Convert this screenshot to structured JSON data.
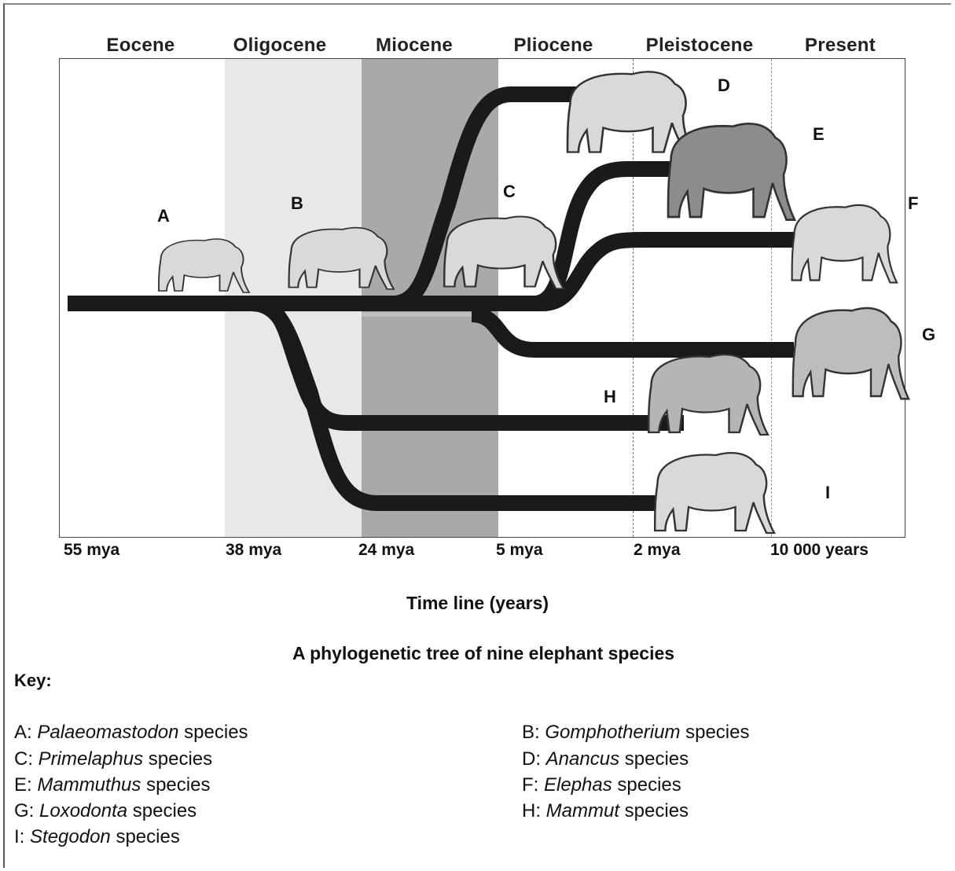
{
  "epochs": [
    "Eocene",
    "Oligocene",
    "Miocene",
    "Pliocene",
    "Pleistocene",
    "Present"
  ],
  "times": [
    "55 mya",
    "38 mya",
    "24 mya",
    "5 mya",
    "2 mya",
    "10 000 years"
  ],
  "labels": {
    "A": "A",
    "B": "B",
    "C": "C",
    "D": "D",
    "E": "E",
    "F": "F",
    "G": "G",
    "H": "H",
    "I": "I"
  },
  "axis_title": "Time line (years)",
  "caption": "A phylogenetic tree of nine elephant species",
  "key": {
    "title": "Key:",
    "items": [
      {
        "letter": "A:",
        "genus": "Palaeomastodon",
        "suffix": " species"
      },
      {
        "letter": "B:",
        "genus": "Gomphotherium",
        "suffix": " species"
      },
      {
        "letter": "C:",
        "genus": "Primelaphus",
        "suffix": " species"
      },
      {
        "letter": "D:",
        "genus": "Anancus",
        "suffix": " species"
      },
      {
        "letter": "E:",
        "genus": "Mammuthus",
        "suffix": " species"
      },
      {
        "letter": "F:",
        "genus": "Elephas",
        "suffix": " species"
      },
      {
        "letter": "G:",
        "genus": "Loxodonta",
        "suffix": " species"
      },
      {
        "letter": "H:",
        "genus": "Mammut",
        "suffix": " species"
      },
      {
        "letter": "I:",
        "genus": "Stegodon",
        "suffix": " species"
      }
    ]
  },
  "colors": {
    "branch": "#1a1a1a",
    "oligocene_band": "#e6e6e6",
    "miocene_band": "#a9a9a9",
    "elephant_fill": "#d9d9d9",
    "elephant_stroke": "#333333"
  }
}
